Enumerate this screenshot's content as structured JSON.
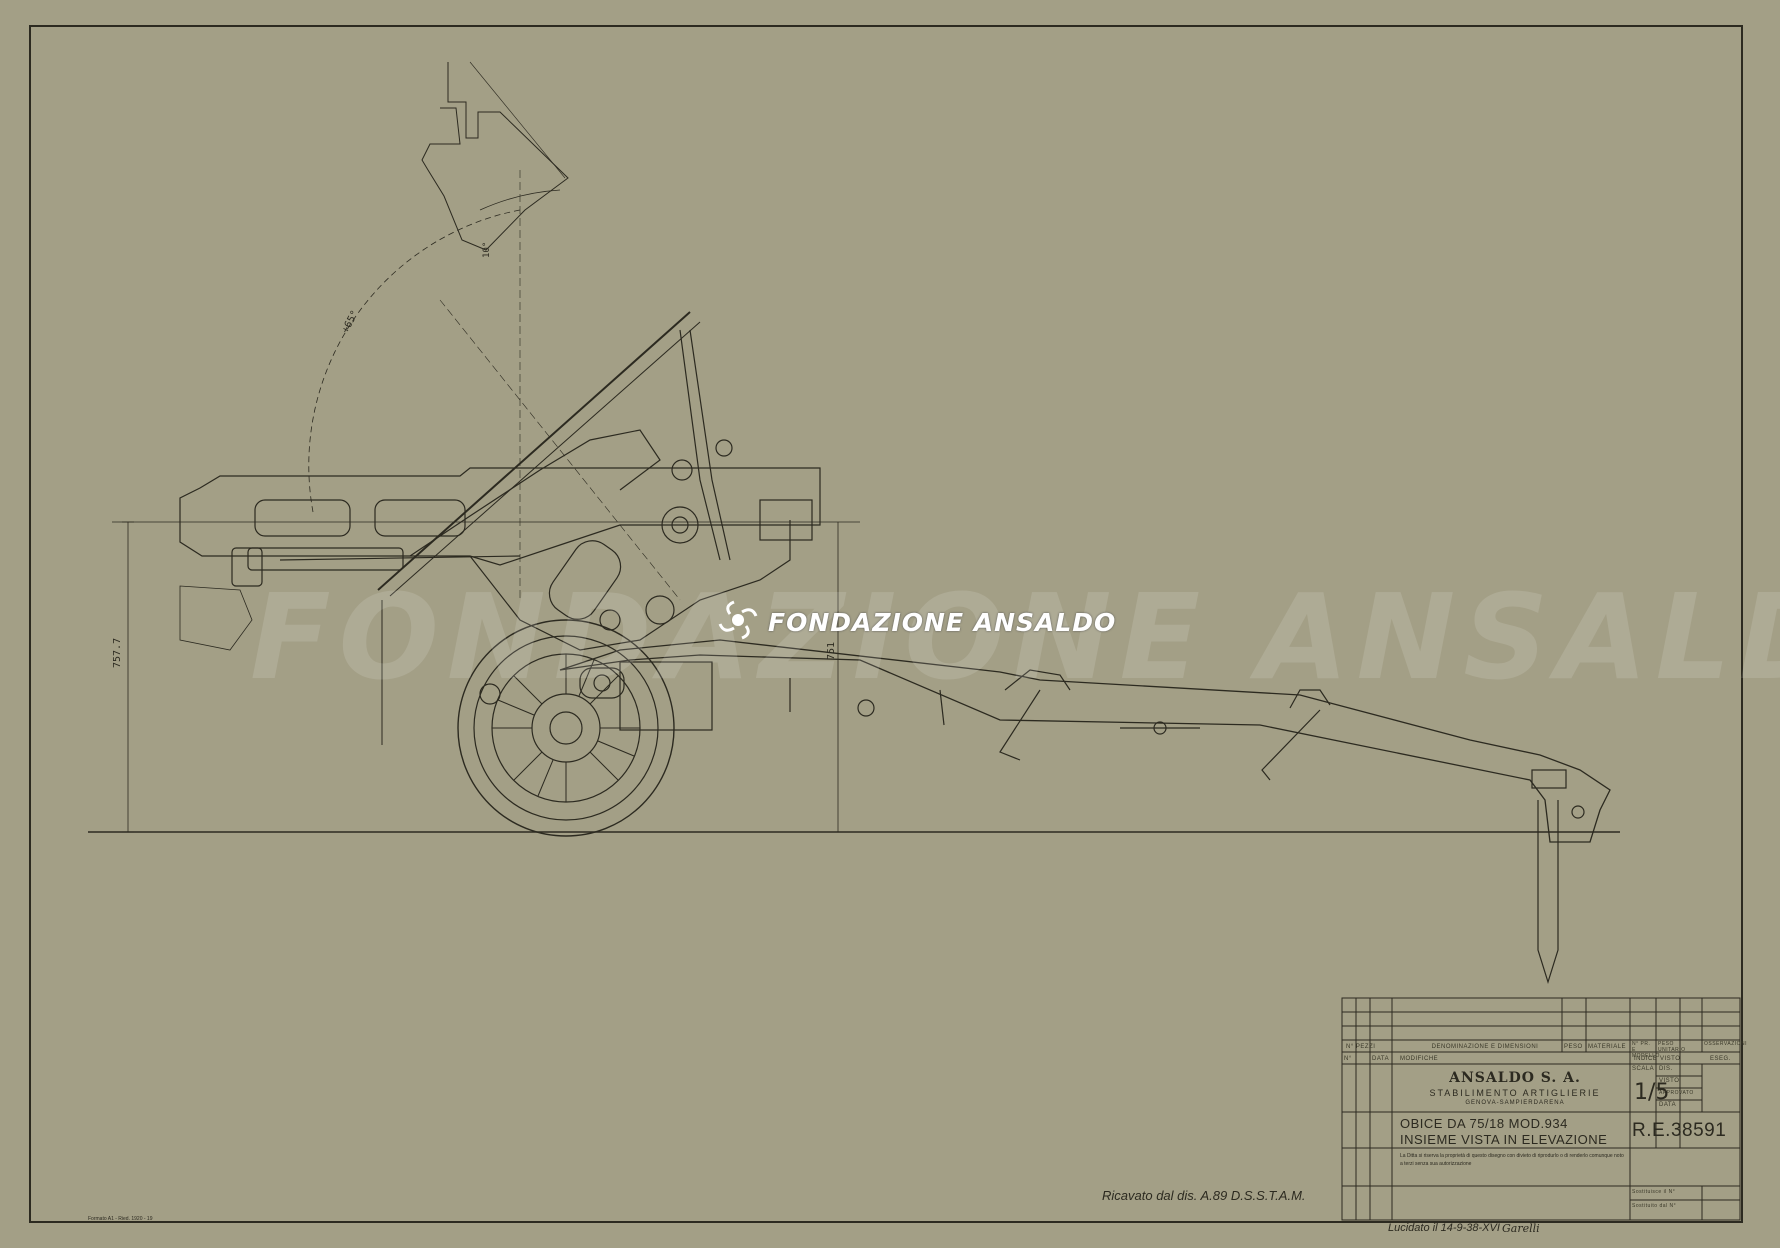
{
  "watermark": {
    "brand": "Fondazione Ansaldo",
    "brand_display": "FONDAZIONE ANSALDO",
    "large_background_text": "FONDAZIONE ANSALDO"
  },
  "drawing": {
    "angle_label": "+65°",
    "small_angle_label": "10°",
    "dim_left": "757.7",
    "dim_right": "751",
    "derived_note": "Ricavato dal dis. A.89 D.S.S.T.A.M.",
    "traced_note": "Lucidato il 14-9-38-XVI",
    "signature": "Garelli",
    "footer_small": "Formato A1 - Ried. 1920 - 19"
  },
  "title_block": {
    "header_cols": [
      "N° PEZZI",
      "DENOMINAZIONE E DIMENSIONI",
      "PESO",
      "MATERIALE",
      "N° PR. E MODELLO",
      "PESO UNITARIO",
      "OSSERVAZIONI"
    ],
    "mods_cols": [
      "N°",
      "DATA",
      "MODIFICHE",
      "INDICE",
      "VISTO",
      "ESEG."
    ],
    "company": "ANSALDO S. A.",
    "division": "STABILIMENTO ARTIGLIERIE",
    "location": "GENOVA-SAMPIERDARENA",
    "scale": "1/5",
    "scale_label": "SCALA",
    "fields": [
      "DIS.",
      "VISTO",
      "APPROVATO",
      "DATA"
    ],
    "title_line1": "OBICE DA 75/18 MOD.934",
    "title_line2": "INSIEME VISTA IN ELEVAZIONE",
    "drawing_number": "R.E.38591",
    "note": "La Ditta si riserva la proprietà di questo disegno con divieto di riprodurlo o di renderlo comunque noto a terzi senza sua autorizzazione",
    "sub_fields": [
      "Sostituisce il N°",
      "Sostituito dal N°"
    ]
  },
  "colors": {
    "paper": "#a39f86",
    "ink": "#2c2a20",
    "watermark": "#ffffff"
  }
}
